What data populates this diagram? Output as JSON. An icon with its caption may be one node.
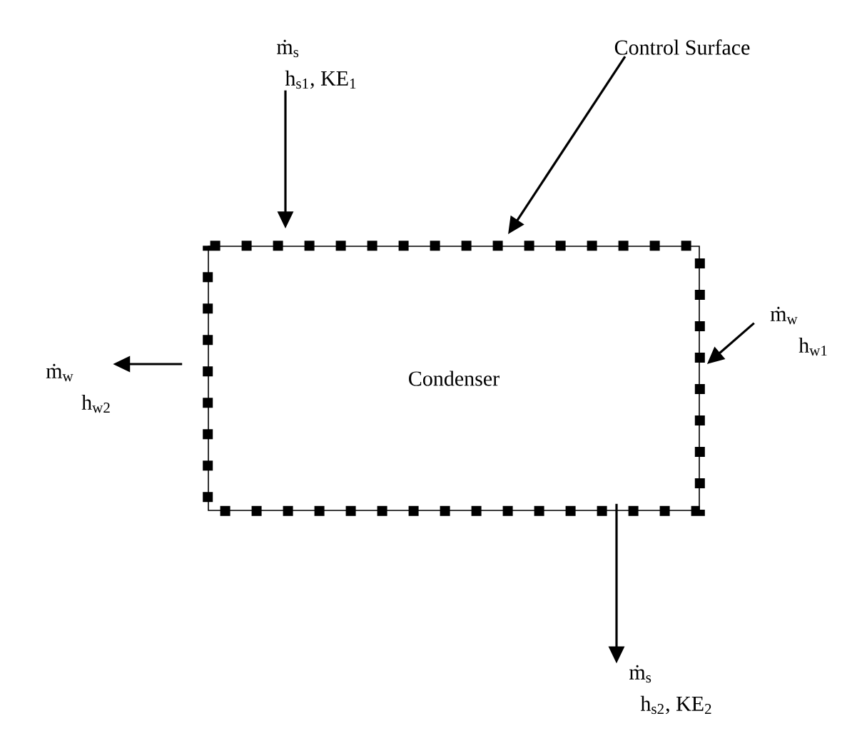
{
  "diagram": {
    "nodes": [
      {
        "text": [
          "Condenser"
        ]
      },
      {
        "text": [
          "ṁ$_{s}$",
          "h$_{s1}$, KE$_{1}$"
        ]
      },
      {
        "text": [
          "ṁ$_{w}$",
          "h$_{w2}$"
        ]
      },
      {
        "text": [
          "ṁ$_{w}$",
          "h$_{w1}$"
        ]
      },
      {
        "text": [
          "ṁ$_{s}$",
          "h$_{s2}$, KE$_{2}$"
        ]
      },
      {
        "text": [
          "Control Surface"
        ]
      }
    ],
    "edges": [
      {
        "from": 1,
        "to": 0,
        "arrow": "to"
      },
      {
        "from": 0,
        "to": 2,
        "arrow": "to"
      },
      {
        "from": 3,
        "to": 0,
        "arrow": "to"
      },
      {
        "from": 0,
        "to": 4,
        "arrow": "to"
      },
      {
        "from": 5,
        "to": 0,
        "arrow": "to"
      }
    ]
  }
}
